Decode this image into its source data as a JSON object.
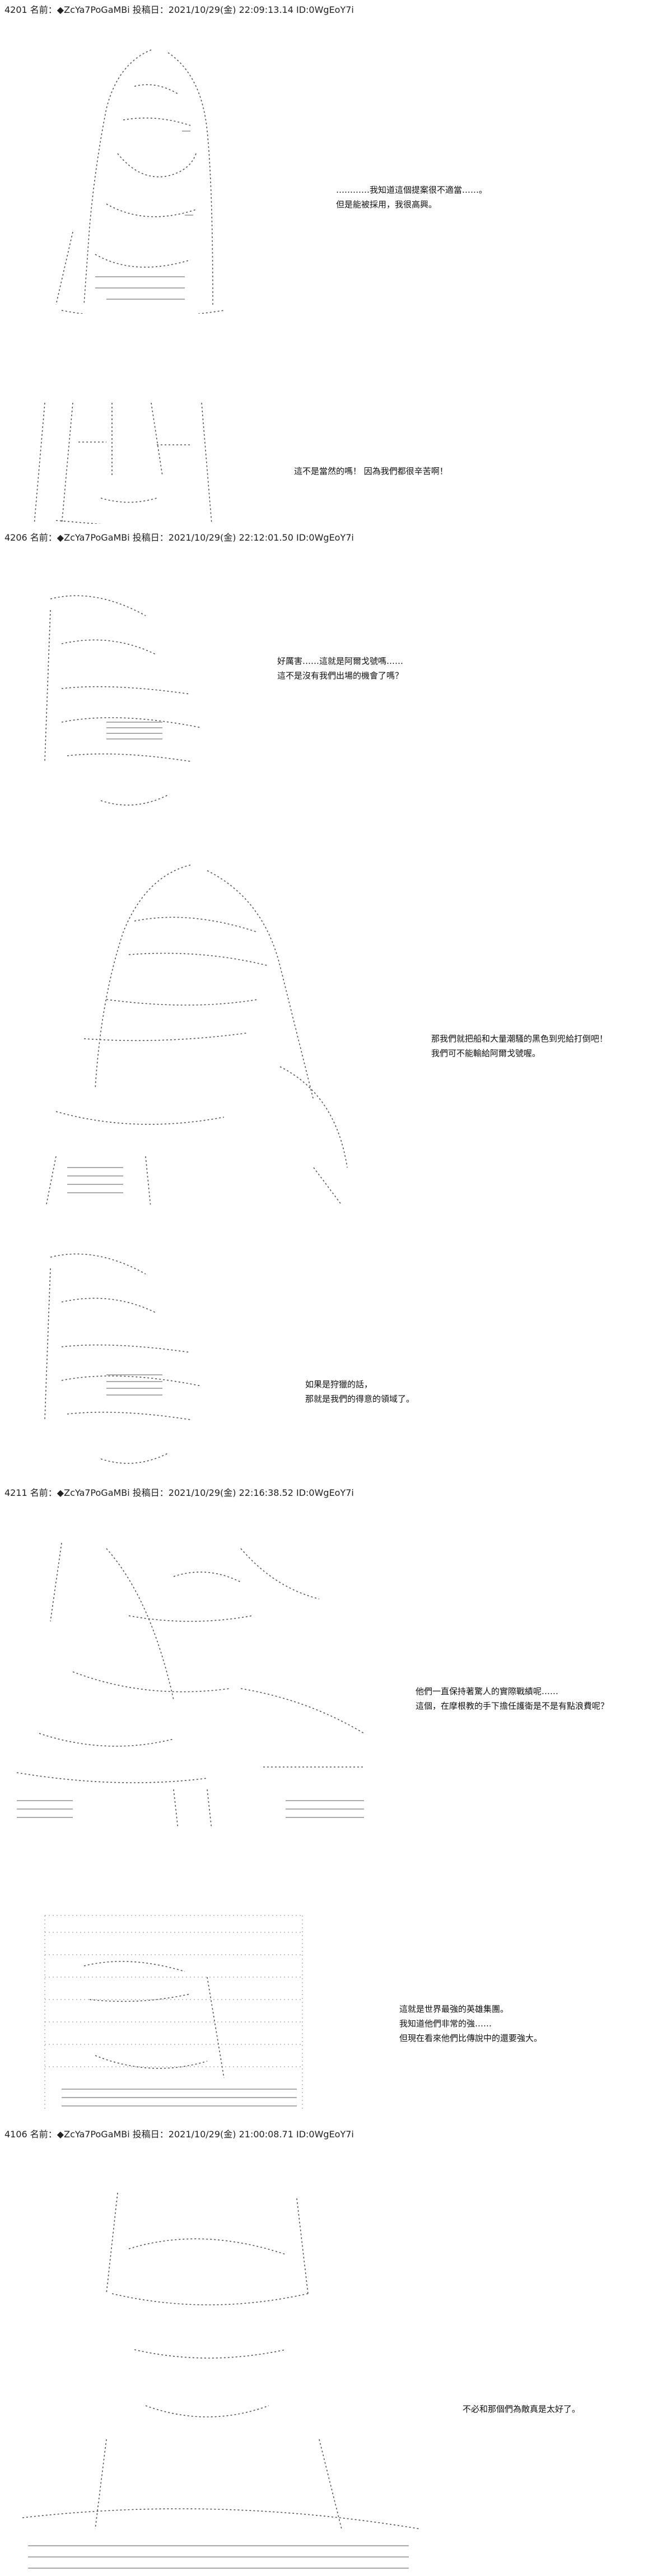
{
  "posts": [
    {
      "header": "4201 名前：◆ZcYa7PoGaMBi 投稿日：2021/10/29(金) 22:09:13.14 ID:0WgEoY7i",
      "blocks": [
        {
          "lines": [
            "…………我知道這個提案很不適當……。",
            "但是能被採用，我很高興。"
          ]
        },
        {
          "lines": [
            "這不是當然的嗎！ 因為我們都很辛苦啊！"
          ]
        }
      ]
    },
    {
      "header": "4206 名前：◆ZcYa7PoGaMBi 投稿日：2021/10/29(金) 22:12:01.50 ID:0WgEoY7i",
      "blocks": [
        {
          "lines": [
            "好厲害……這就是阿爾戈號嗎……",
            "這不是沒有我們出場的機會了嗎？"
          ]
        },
        {
          "lines": [
            "那我們就把船和大量潮騷的黑色到兜給打倒吧！",
            "我們可不能輸給阿爾戈號喔。"
          ]
        },
        {
          "lines": [
            "如果是狩獵的話，",
            "那就是我們的得意的領域了。"
          ]
        }
      ]
    },
    {
      "header": "4211 名前：◆ZcYa7PoGaMBi 投稿日：2021/10/29(金) 22:16:38.52 ID:0WgEoY7i",
      "blocks": [
        {
          "lines": [
            "他們一直保持著驚人的實際戰績呢……",
            "這個，在摩根教的手下擔任護衛是不是有點浪費呢？"
          ]
        },
        {
          "lines": [
            "這就是世界最強的英雄集團。",
            "我知道他們非常的強……",
            "但現在看來他們比傳說中的還要強大。"
          ]
        }
      ]
    },
    {
      "header": "4106 名前：◆ZcYa7PoGaMBi 投稿日：2021/10/29(金) 21:00:08.71 ID:0WgEoY7i",
      "blocks": [
        {
          "lines": [
            "不必和那個們為敵真是太好了。"
          ]
        }
      ]
    }
  ]
}
